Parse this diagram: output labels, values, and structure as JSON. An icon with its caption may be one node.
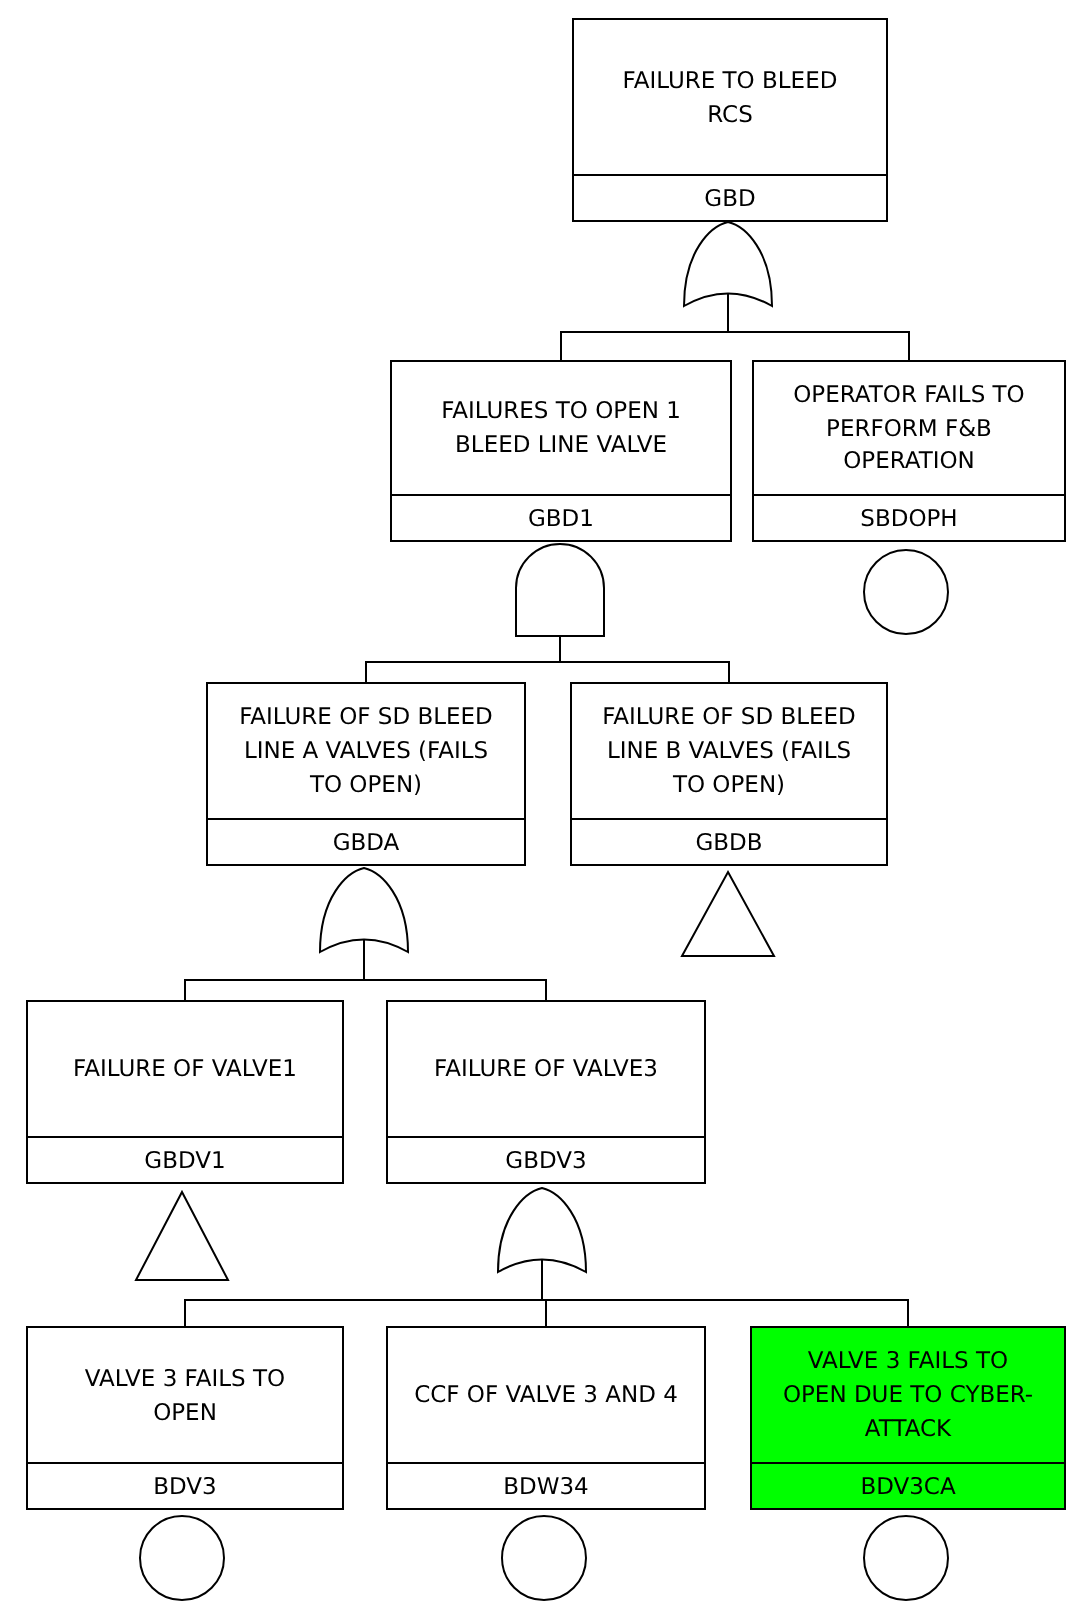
{
  "diagram": {
    "nodes": [
      {
        "text": [
          "FAILURE TO BLEED RCS",
          "GBD"
        ]
      },
      {
        "text": [],
        "shape": "or-gate"
      },
      {
        "text": [
          "FAILURES TO OPEN 1 BLEED LINE VALVE",
          "GBD1"
        ]
      },
      {
        "text": [
          "OPERATOR FAILS TO PERFORM F&B OPERATION",
          "SBDOPH"
        ]
      },
      {
        "text": [],
        "shape": "and-gate"
      },
      {
        "text": [],
        "shape": "circle"
      },
      {
        "text": [
          "FAILURE OF SD BLEED LINE A VALVES (FAILS TO OPEN)",
          "GBDA"
        ]
      },
      {
        "text": [
          "FAILURE OF SD BLEED LINE B VALVES (FAILS TO OPEN)",
          "GBDB"
        ]
      },
      {
        "text": [],
        "shape": "or-gate"
      },
      {
        "text": [],
        "shape": "triangle"
      },
      {
        "text": [
          "FAILURE OF VALVE1",
          "GBDV1"
        ]
      },
      {
        "text": [
          "FAILURE OF VALVE3",
          "GBDV3"
        ]
      },
      {
        "text": [],
        "shape": "triangle"
      },
      {
        "text": [],
        "shape": "or-gate"
      },
      {
        "text": [
          "VALVE 3 FAILS TO OPEN",
          "BDV3"
        ]
      },
      {
        "text": [
          "CCF OF VALVE 3 AND 4",
          "BDW34"
        ]
      },
      {
        "text": [
          "VALVE 3 FAILS TO OPEN DUE TO CYBER-ATTACK",
          "BDV3CA"
        ]
      },
      {
        "text": [],
        "shape": "circle"
      },
      {
        "text": [],
        "shape": "circle"
      },
      {
        "text": [],
        "shape": "circle"
      }
    ],
    "edges": [
      {
        "from": 1,
        "to": 2,
        "arrow": "none"
      },
      {
        "from": 1,
        "to": 3,
        "arrow": "none"
      },
      {
        "from": 4,
        "to": 6,
        "arrow": "none"
      },
      {
        "from": 4,
        "to": 7,
        "arrow": "none"
      },
      {
        "from": 8,
        "to": 10,
        "arrow": "none"
      },
      {
        "from": 8,
        "to": 11,
        "arrow": "none"
      },
      {
        "from": 13,
        "to": 14,
        "arrow": "none"
      },
      {
        "from": 13,
        "to": 15,
        "arrow": "none"
      },
      {
        "from": 13,
        "to": 16,
        "arrow": "none"
      }
    ]
  }
}
